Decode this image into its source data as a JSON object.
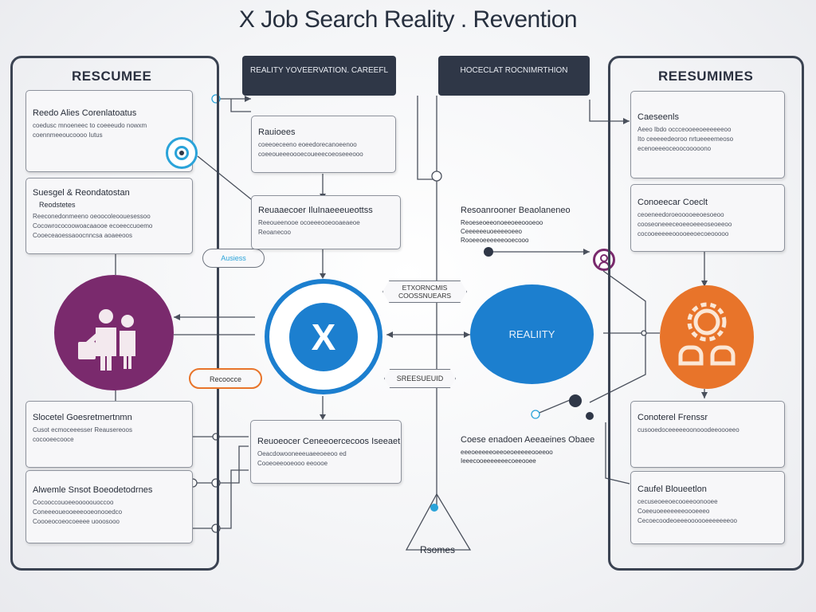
{
  "title": "X Job Search Reality . Revention",
  "left_column": {
    "heading": "RESCUMEE",
    "boxes": [
      {
        "title": "Reedo Alies Corenlatoatus",
        "lines": [
          "coedusc mnoeneec to coeeeudo nowxm",
          "coennmeeoucoooo Iutus"
        ]
      },
      {
        "title": "Suesgel & Reondatostan",
        "subtitle": "Reodstetes",
        "lines": [
          "Reeconedonmeeno oeoocoleoouesessoo",
          "Cocowrococoowoacaaooe ecoeeccuoemo",
          "Cooeceaoessaoocnncsa aoaeeoos"
        ]
      },
      {
        "title": "Slocetel Goesretmertnmn",
        "lines": [
          "Cusot ecmoceeesser Reausereoos",
          "cocooeecooce"
        ]
      },
      {
        "title": "Alwemle Snsot Boeodetodrnes",
        "lines": [
          "Cocooccouoeeooooouoccoo",
          "Coneeeoueooeeeooeonooedco",
          "Coooeocoeocoeeee uooosooo"
        ]
      }
    ]
  },
  "right_column": {
    "heading": "REESUMIMES",
    "boxes": [
      {
        "title": "Caeseenls",
        "lines": [
          "Aeeo Ibdo occceooeeoeeeeeeoo",
          "Ito ceeeeedeoroo nrtueeeemeoso",
          "ecenoeeeoceoocooooono"
        ]
      },
      {
        "title": "Conoeecar Coeclt",
        "lines": [
          "ceoeneedoroeooooeeoesoeoo",
          "cooseoneeeceoeeoeeeoseoeeoo",
          "cocooeeeeeooooeeoecoeooooo"
        ]
      },
      {
        "title": "Conoterel Frenssr",
        "lines": [
          "cusooedoceeeeeoonooodeeoooeeo"
        ]
      },
      {
        "title": "Caufel Bloueetlon",
        "lines": [
          "cecuseoeeoecooeeoonooee",
          "Coeeuoeeeeeeeoooeeeo",
          "Cecoecoodeoeeeoooooeeeeeeeoo"
        ]
      }
    ]
  },
  "banners": {
    "left": "REALITY YOVEERVATION. CAREEFL",
    "right": "HOCECLAT ROCNIMRTHION"
  },
  "center": {
    "top_box": {
      "title": "Rauioees",
      "lines": [
        "coeeoeceeno eoeedorecanoeenoo",
        "coeeoueeeoooecoueeecoeoseeeooo"
      ]
    },
    "mid_box": {
      "title": "Reuaaecoer IluInaeeeueottss",
      "lines": [
        "Reeoueenooe ocoeeeooeooaeaeoe",
        "Reoanecoo"
      ]
    },
    "bottom_box": {
      "title": "Reuoeocer Ceneeoercecoos Iseeaet",
      "lines": [
        "Oeacdowooneeeuaeeoeeoo ed",
        "Cooeoeeooeooo eeoooe"
      ]
    },
    "tag_top": "ETXORNCMIS COOSSNUEARS",
    "tag_bottom": "SREESUEUID",
    "x_label": "X",
    "reality_label": "REALIITY",
    "pill_label": "Recoocce",
    "pill_small_label": "Ausiess",
    "triangle_label": "Rsomes",
    "right_mid_box": {
      "title": "Resoanrooner Beaolaneneo",
      "lines": [
        "Reoeseoeeonoeeoeeoooeoo",
        "Ceeeeeeuoeeeeoeeo",
        "Rooeeoeeeeeeooecooo"
      ]
    },
    "right_low_box": {
      "title": "Coese enadoen Aeeaeines Obaee",
      "lines": [
        "eeeoeeeeeoeeoeoeeeeeooeeoo",
        "Ieeecooeeeeeeecoeeooee"
      ]
    }
  },
  "colors": {
    "purple": "#7a2a6d",
    "blue": "#1c7fcf",
    "orange": "#e8742a",
    "dark": "#2f3747",
    "cyan": "#2aa3d9"
  },
  "icons": [
    "family-icon",
    "x-icon",
    "gear-people-icon",
    "target-icon",
    "person-icon"
  ]
}
